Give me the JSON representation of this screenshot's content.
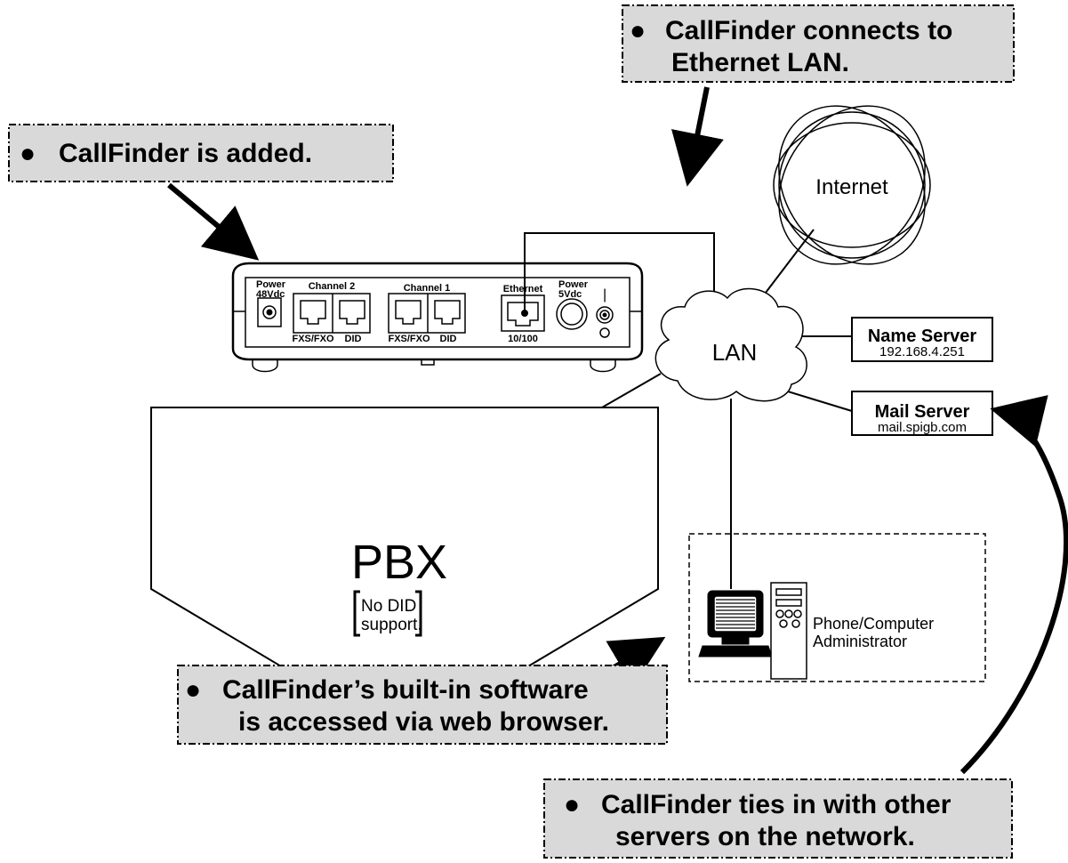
{
  "callouts": {
    "added": {
      "bullet": "●",
      "text": "CallFinder is added."
    },
    "ethernet": {
      "bullet": "●",
      "line1": "CallFinder connects to",
      "line2": "Ethernet LAN."
    },
    "software": {
      "bullet": "●",
      "line1": "CallFinder’s built-in software",
      "line2": "is accessed via web browser."
    },
    "servers": {
      "bullet": "●",
      "line1": "CallFinder ties in with other",
      "line2": "servers on the network."
    }
  },
  "device": {
    "power48_line1": "Power",
    "power48_line2": "48Vdc",
    "channel2": "Channel 2",
    "channel1": "Channel 1",
    "ethernet": "Ethernet",
    "power5_line1": "Power",
    "power5_line2": "5Vdc",
    "fxsfxo": "FXS/FXO",
    "did": "DID",
    "speed": "10/100",
    "switch_mark": "|"
  },
  "network": {
    "internet": "Internet",
    "lan": "LAN",
    "name_server": {
      "title": "Name Server",
      "address": "192.168.4.251"
    },
    "mail_server": {
      "title": "Mail Server",
      "address": "mail.spigb.com"
    }
  },
  "pbx": {
    "title": "PBX",
    "note_line1": "No DID",
    "note_line2": "support."
  },
  "admin": {
    "line1": "Phone/Computer",
    "line2": "Administrator"
  },
  "colors": {
    "callout_fill": "#d9d9d9",
    "stroke": "#000000",
    "background": "#ffffff"
  }
}
